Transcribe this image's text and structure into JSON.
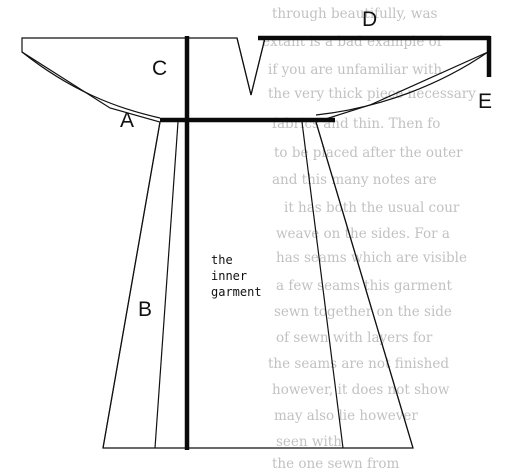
{
  "background_text": [
    "through beautifully, was",
    "extant is a bad example of",
    "if you are unfamiliar with",
    "the very thick piece necessary",
    "fabrics and thin. Then fo",
    "to be placed after the outer",
    "and this many notes are",
    "it has both the usual cour",
    "weave on the sides. For a",
    "has seams which are visible",
    "a few seams this garment",
    "sewn together on the side",
    "of sewn with layers for",
    "the seams are not finished",
    "however, it does not show",
    "may also lie however",
    "seen with",
    "the one sewn from"
  ],
  "labels": {
    "a": "A",
    "b": "B",
    "c": "C",
    "d": "D",
    "e": "E"
  },
  "caption": {
    "line1": "the",
    "line2": "inner",
    "line3": "garment"
  }
}
